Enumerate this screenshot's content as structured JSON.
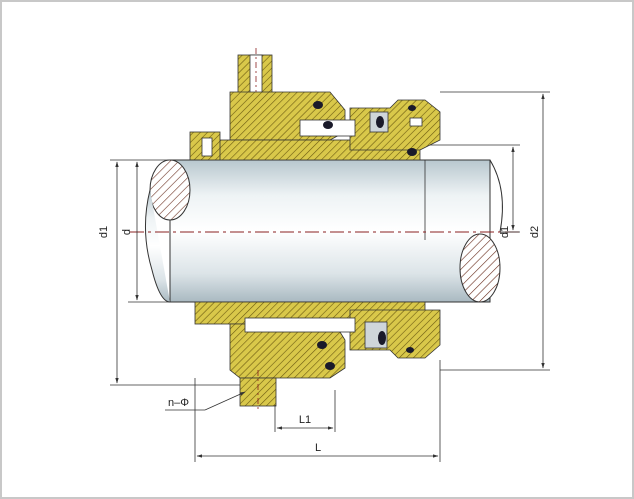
{
  "colors": {
    "background": "#ffffff",
    "frame": "#c8c8c8",
    "housing": "#d9c84a",
    "housing_hatch": "#6b5a10",
    "shaft_light": "#ffffff",
    "shaft_mid": "#dfe6ea",
    "shaft_dark": "#9fb1ba",
    "oring": "#1a1a2a",
    "centerline": "#8a2020",
    "dim_line": "#333333",
    "end_face": "#ffffff"
  },
  "labels": {
    "d1_left": "d1",
    "d_left": "d",
    "d1_right": "d1",
    "d2_right": "d2",
    "n_phi": "n–Φ",
    "L1": "L1",
    "L": "L"
  },
  "icons": {
    "section_hatch": "diagonal-hatch-pattern",
    "arrowhead": "dimension-arrowhead"
  }
}
